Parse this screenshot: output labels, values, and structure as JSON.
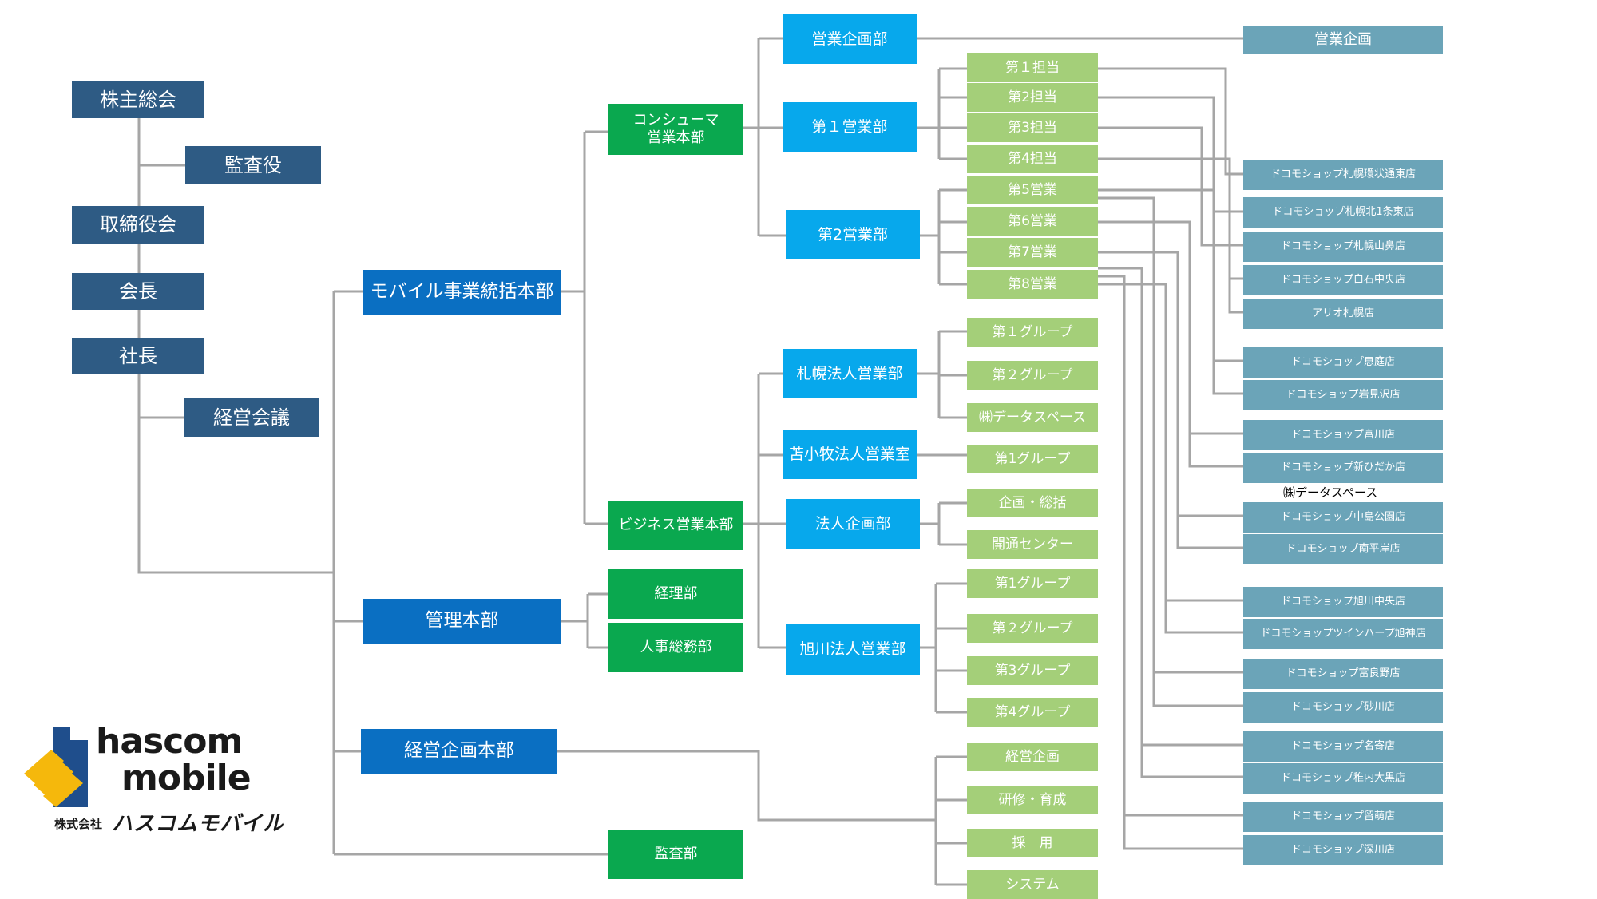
{
  "governance": {
    "shareholders": "株主総会",
    "auditor": "監査役",
    "board": "取締役会",
    "chairman": "会長",
    "president": "社長",
    "management_meeting": "経営会議"
  },
  "divisions": {
    "mobile_hq": "モバイル事業統括本部",
    "admin_hq": "管理本部",
    "planning_hq": "経営企画本部",
    "audit_dept": "監査部"
  },
  "mobile": {
    "consumer_hq": "コンシューマ\n営業本部",
    "business_hq": "ビジネス営業本部",
    "sales_planning_dept": "営業企画部",
    "sales1_dept": "第１営業部",
    "sales2_dept": "第2営業部",
    "sapporo_corp_dept": "札幌法人営業部",
    "tomakomai_corp_office": "苫小牧法人営業室",
    "corp_planning_dept": "法人企画部",
    "asahikawa_corp_dept": "旭川法人営業部"
  },
  "admin": {
    "accounting": "経理部",
    "hr_general": "人事総務部"
  },
  "teams": {
    "t1": "第１担当",
    "t2": "第2担当",
    "t3": "第3担当",
    "t4": "第4担当",
    "s5": "第5営業",
    "s6": "第6営業",
    "s7": "第7営業",
    "s8": "第8営業",
    "sg1": "第１グループ",
    "sg2": "第２グループ",
    "sg3": "㈱データスペース",
    "tg1": "第1グループ",
    "cp1": "企画・総括",
    "cp2": "開通センター",
    "ag1": "第1グループ",
    "ag2": "第２グループ",
    "ag3": "第3グループ",
    "ag4": "第4グループ",
    "pl1": "経営企画",
    "pl2": "研修・育成",
    "pl3": "採　用",
    "pl4": "システム"
  },
  "shops": {
    "sales_planning": "営業企画",
    "list": [
      "ドコモショップ札幌環状通東店",
      "ドコモショップ札幌北1条東店",
      "ドコモショップ札幌山鼻店",
      "ドコモショップ白石中央店",
      "アリオ札幌店",
      "ドコモショップ恵庭店",
      "ドコモショップ岩見沢店",
      "ドコモショップ富川店",
      "ドコモショップ新ひだか店",
      "ドコモショップ中島公園店",
      "ドコモショップ南平岸店",
      "ドコモショップ旭川中央店",
      "ドコモショップツインハープ旭神店",
      "ドコモショップ富良野店",
      "ドコモショップ砂川店",
      "ドコモショップ名寄店",
      "ドコモショップ稚内大黒店",
      "ドコモショップ留萌店",
      "ドコモショップ深川店"
    ],
    "floating_label": "㈱データスペース"
  },
  "logo": {
    "word1": "hascom",
    "word2": "mobile",
    "company_prefix": "株式会社",
    "company_name": "ハスコムモバイル"
  },
  "colors": {
    "governance": "#2e5b84",
    "division": "#0a6fc2",
    "department": "#07a8ec",
    "hq": "#0aa84f",
    "team": "#a4cf79",
    "shop": "#6ba4b8",
    "line": "#a6a6a6",
    "logo_yellow": "#f5b80c",
    "logo_navy": "#1f4e8c"
  }
}
